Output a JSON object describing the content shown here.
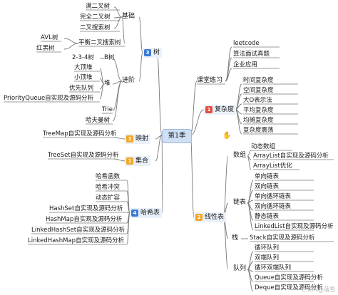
{
  "center": "第1季",
  "tree": {
    "label": "树",
    "basic": {
      "label": "基础",
      "items": [
        "满二叉树",
        "完全二叉树",
        "二叉搜索树"
      ]
    },
    "balanced": {
      "label": "平衡二叉搜索树",
      "items": [
        "AVL树",
        "红黑树"
      ]
    },
    "advanced": {
      "label": "进阶",
      "btree": "B树",
      "btree_child": "2-3-4树",
      "heap": "堆",
      "heap_items": [
        "大顶堆",
        "小顶堆",
        "优先队列",
        "PriorityQueue自实现及源码分析"
      ],
      "others": [
        "Trie",
        "哈夫曼树"
      ]
    }
  },
  "map": {
    "label": "映射",
    "items": [
      "TreeMap自实现及源码分析"
    ]
  },
  "set": {
    "label": "集合",
    "items": [
      "TreeSet自实现及源码分析"
    ]
  },
  "hash": {
    "label": "哈希表",
    "items": [
      "哈希函数",
      "哈希冲突",
      "动态扩容",
      "HashSet自实现及源码分析",
      "HashMap自实现及源码分析",
      "LinkedHashSet自实现及源码分析",
      "LinkedHashMap自实现及源码分析"
    ]
  },
  "practice": {
    "label": "课堂练习",
    "items": [
      "leetcode",
      "算法面试真题",
      "企业应用"
    ]
  },
  "complexity": {
    "label": "复杂度",
    "items": [
      "时间复杂度",
      "空间复杂度",
      "大O表示法",
      "平均复杂度",
      "均摊复杂度",
      "复杂度震荡"
    ]
  },
  "linear": {
    "label": "线性表",
    "array": {
      "label": "数组",
      "items": [
        "动态数组",
        "ArrayList自实现及源码分析",
        "ArrayList优化"
      ]
    },
    "linked": {
      "label": "链表",
      "items": [
        "单向链表",
        "双向链表",
        "单向循环链表",
        "双向循环链表",
        "静态链表",
        "LinkedList自实现及源码分析"
      ]
    },
    "stack": {
      "label": "栈",
      "items": [
        "Stack自实现及源码分析"
      ]
    },
    "queue": {
      "label": "队列",
      "items": [
        "循环队列",
        "双端队列",
        "循环双端队列",
        "Queue自实现及源码分析",
        "Deque自实现及源码分析"
      ]
    }
  },
  "icons": {
    "tree": "3",
    "map": "1",
    "set": "1",
    "hash": "4",
    "complexity": "1",
    "linear": "2"
  },
  "colors": {
    "accent": "#3a7bd5",
    "orange": "#f5a623",
    "red": "#e74c3c",
    "pill": "#e9f1fb",
    "line": "#7a7a7a"
  },
  "watermark": "CSDN@落雪"
}
